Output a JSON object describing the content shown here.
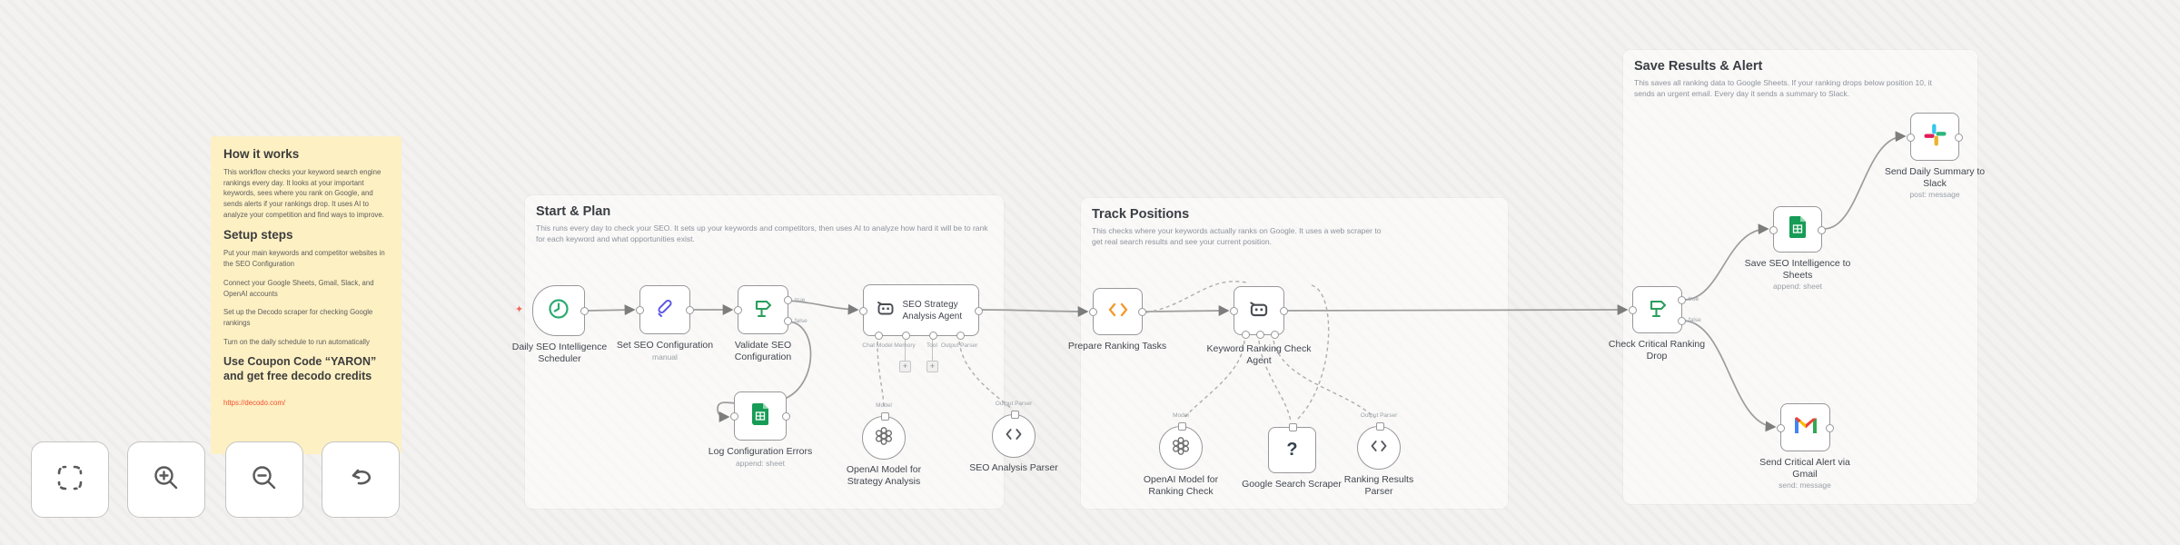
{
  "sticky_note": {
    "title": "How it works",
    "body": "This workflow checks your keyword search engine rankings every day. It looks at your important keywords, sees where you rank on Google, and sends alerts if your rankings drop. It uses AI to analyze your competition and find ways to improve.",
    "setup_title": "Setup steps",
    "steps": [
      "Put your main keywords and competitor websites in the SEO Configuration",
      "Connect your Google Sheets, Gmail, Slack, and OpenAI accounts",
      "Set up the Decodo scraper for checking Google rankings",
      "Turn on the daily schedule to run automatically"
    ],
    "coupon_heading": "Use Coupon Code “YARON” and get free decodo credits",
    "link": "https://decodo.com/"
  },
  "sections": {
    "start": {
      "title": "Start & Plan",
      "description": "This runs every day to check your SEO. It sets up your keywords and competitors, then uses AI to analyze how hard it will be to rank for each keyword and what opportunities exist."
    },
    "track": {
      "title": "Track Positions",
      "description": "This checks where your keywords actually ranks on Google. It uses a web scraper to get real search results and see your current position."
    },
    "save": {
      "title": "Save Results & Alert",
      "description": "This saves all ranking data to Google Sheets. If your ranking drops below position 10, it sends an urgent email. Every day it sends a summary to Slack."
    }
  },
  "nodes": {
    "scheduler": {
      "label": "Daily SEO Intelligence Scheduler"
    },
    "set_config": {
      "label": "Set SEO Configuration",
      "subtitle": "manual"
    },
    "validate": {
      "label": "Validate SEO Configuration"
    },
    "strategy_agent": {
      "label": "SEO Strategy Analysis Agent"
    },
    "log_errors": {
      "label": "Log Configuration Errors",
      "subtitle": "append: sheet"
    },
    "openai_strategy": {
      "label": "OpenAI Model for Strategy Analysis"
    },
    "seo_parser": {
      "label": "SEO Analysis Parser"
    },
    "prepare_tasks": {
      "label": "Prepare Ranking Tasks"
    },
    "keyword_agent": {
      "label": "Keyword Ranking Check Agent"
    },
    "openai_ranking": {
      "label": "OpenAI Model for Ranking Check"
    },
    "google_scraper": {
      "label": "Google Search Scraper"
    },
    "ranking_parser": {
      "label": "Ranking Results Parser"
    },
    "check_drop": {
      "label": "Check Critical Ranking Drop"
    },
    "save_sheets": {
      "label": "Save SEO Intelligence to Sheets",
      "subtitle": "append: sheet"
    },
    "slack": {
      "label": "Send Daily Summary to Slack",
      "subtitle": "post: message"
    },
    "gmail": {
      "label": "Send Critical Alert via Gmail",
      "subtitle": "send: message"
    }
  },
  "port_labels": {
    "true": "true",
    "false": "false",
    "model": "Model",
    "output_parser": "Output Parser",
    "chat_model": "Chat Model",
    "memory": "Memory",
    "tool": "Tool"
  },
  "colors": {
    "sticky_note_bg": "#fdf0c3",
    "link": "#f4502f",
    "node_border": "#98989b",
    "connector": "#9c9c9c",
    "trigger_icon": "#2bab72",
    "if_icon": "#2a9d5c",
    "pen_icon": "#5b57e0",
    "code_icon": "#f39a2d",
    "sheets_icon": "#169c56",
    "error_marker": "#ef6a5a"
  }
}
